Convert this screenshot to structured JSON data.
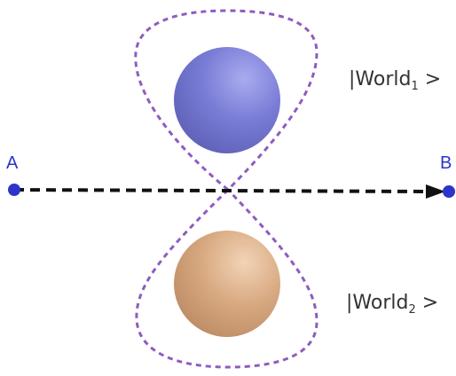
{
  "points": {
    "a": {
      "label": "A",
      "color": "#2d34c9"
    },
    "b": {
      "label": "B",
      "color": "#2d34c9"
    }
  },
  "arrow": {
    "color": "#111111",
    "style": "dashed"
  },
  "curve": {
    "shape": "figure-eight",
    "color": "#8e5cbf",
    "style": "dashed"
  },
  "spheres": {
    "upper": {
      "color": "#7a7dd6",
      "highlight": "#a9abef",
      "shadow": "#5a5cb2"
    },
    "lower": {
      "color": "#d9ab83",
      "highlight": "#f2d3b6",
      "shadow": "#b8875f"
    }
  },
  "states": {
    "world1": {
      "bar": "|",
      "word": "World",
      "sub": "1",
      "close": " >"
    },
    "world2": {
      "bar": "|",
      "word": "World",
      "sub": "2",
      "close": " >"
    }
  }
}
